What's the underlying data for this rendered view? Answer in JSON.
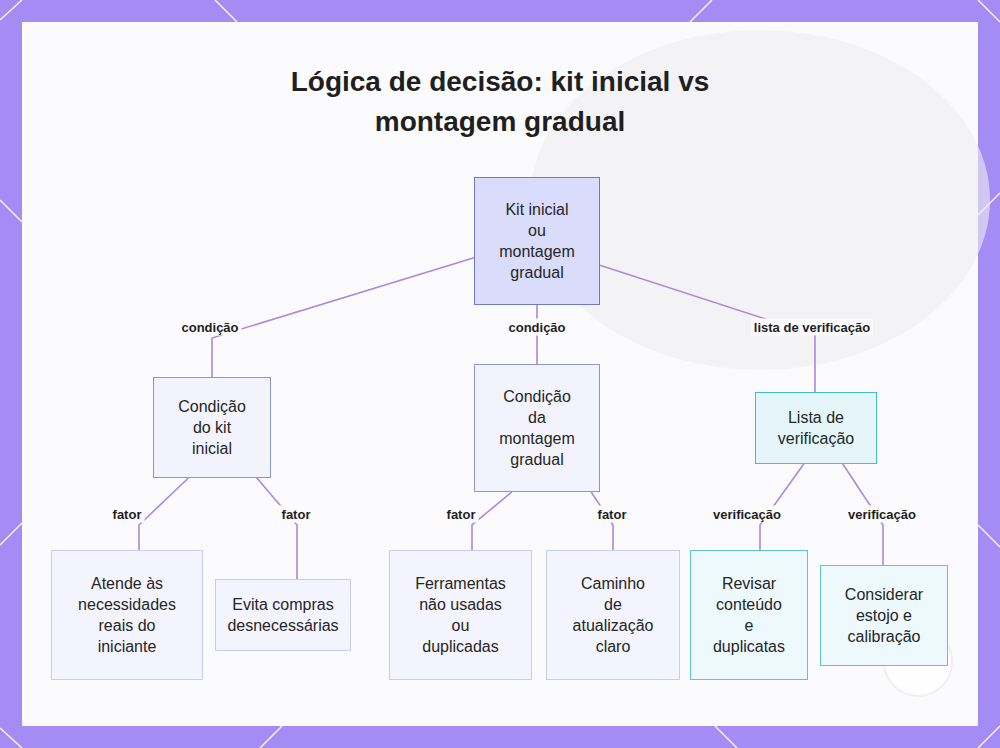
{
  "diagram": {
    "title": "Lógica de decisão: kit inicial vs montagem gradual",
    "nodes": [
      {
        "text": [
          "Kit inicial ou montagem gradual"
        ]
      },
      {
        "text": [
          "Condição do kit inicial"
        ]
      },
      {
        "text": [
          "Condição da montagem gradual"
        ]
      },
      {
        "text": [
          "Lista de verificação"
        ]
      },
      {
        "text": [
          "Atende às necessidades reais do iniciante"
        ]
      },
      {
        "text": [
          "Evita compras desnecessárias"
        ]
      },
      {
        "text": [
          "Ferramentas não usadas ou duplicadas"
        ]
      },
      {
        "text": [
          "Caminho de atualização claro"
        ]
      },
      {
        "text": [
          "Revisar conteúdo e duplicatas"
        ]
      },
      {
        "text": [
          "Considerar estojo e calibração"
        ]
      }
    ],
    "edges": [
      {
        "from": 0,
        "to": 1,
        "label": "condição",
        "arrow": "none"
      },
      {
        "from": 0,
        "to": 2,
        "label": "condição",
        "arrow": "none"
      },
      {
        "from": 0,
        "to": 3,
        "label": "lista de verificação",
        "arrow": "none"
      },
      {
        "from": 1,
        "to": 4,
        "label": "fator",
        "arrow": "none"
      },
      {
        "from": 1,
        "to": 5,
        "label": "fator",
        "arrow": "none"
      },
      {
        "from": 2,
        "to": 6,
        "label": "fator",
        "arrow": "none"
      },
      {
        "from": 2,
        "to": 7,
        "label": "fator",
        "arrow": "none"
      },
      {
        "from": 3,
        "to": 8,
        "label": "verificação",
        "arrow": "none"
      },
      {
        "from": 3,
        "to": 9,
        "label": "verificação",
        "arrow": "none"
      }
    ]
  }
}
